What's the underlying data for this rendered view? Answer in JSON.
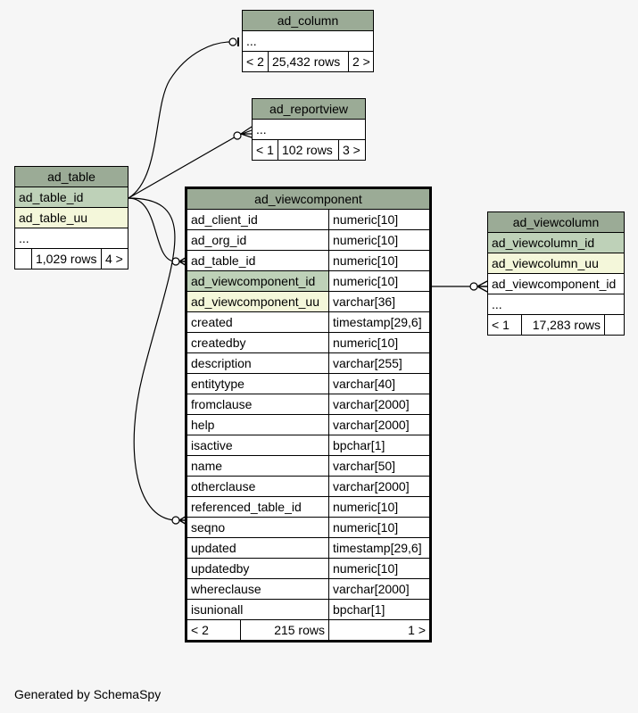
{
  "tables": {
    "ad_column": {
      "name": "ad_column",
      "ellipsis": "...",
      "parents": "< 2",
      "rows": "25,432 rows",
      "children": "2 >"
    },
    "ad_reportview": {
      "name": "ad_reportview",
      "ellipsis": "...",
      "parents": "< 1",
      "rows": "102 rows",
      "children": "3 >"
    },
    "ad_table": {
      "name": "ad_table",
      "pk": "ad_table_id",
      "uq": "ad_table_uu",
      "ellipsis": "...",
      "parents": "",
      "rows": "1,029 rows",
      "children": "4 >"
    },
    "ad_viewcolumn": {
      "name": "ad_viewcolumn",
      "pk": "ad_viewcolumn_id",
      "uq": "ad_viewcolumn_uu",
      "fk": "ad_viewcomponent_id",
      "ellipsis": "...",
      "parents": "< 1",
      "rows": "17,283 rows",
      "children": ""
    },
    "ad_viewcomponent": {
      "name": "ad_viewcomponent",
      "columns": [
        {
          "name": "ad_client_id",
          "type": "numeric[10]"
        },
        {
          "name": "ad_org_id",
          "type": "numeric[10]"
        },
        {
          "name": "ad_table_id",
          "type": "numeric[10]"
        },
        {
          "name": "ad_viewcomponent_id",
          "type": "numeric[10]"
        },
        {
          "name": "ad_viewcomponent_uu",
          "type": "varchar[36]"
        },
        {
          "name": "created",
          "type": "timestamp[29,6]"
        },
        {
          "name": "createdby",
          "type": "numeric[10]"
        },
        {
          "name": "description",
          "type": "varchar[255]"
        },
        {
          "name": "entitytype",
          "type": "varchar[40]"
        },
        {
          "name": "fromclause",
          "type": "varchar[2000]"
        },
        {
          "name": "help",
          "type": "varchar[2000]"
        },
        {
          "name": "isactive",
          "type": "bpchar[1]"
        },
        {
          "name": "name",
          "type": "varchar[50]"
        },
        {
          "name": "otherclause",
          "type": "varchar[2000]"
        },
        {
          "name": "referenced_table_id",
          "type": "numeric[10]"
        },
        {
          "name": "seqno",
          "type": "numeric[10]"
        },
        {
          "name": "updated",
          "type": "timestamp[29,6]"
        },
        {
          "name": "updatedby",
          "type": "numeric[10]"
        },
        {
          "name": "whereclause",
          "type": "varchar[2000]"
        },
        {
          "name": "isunionall",
          "type": "bpchar[1]"
        }
      ],
      "parents": "< 2",
      "rows": "215 rows",
      "children": "1 >"
    }
  },
  "footer": "Generated by SchemaSpy",
  "colors": {
    "background": "#f6f6f6",
    "header": "#9bab96",
    "primary_key": "#bed1b8",
    "unique": "#f4f7da"
  }
}
